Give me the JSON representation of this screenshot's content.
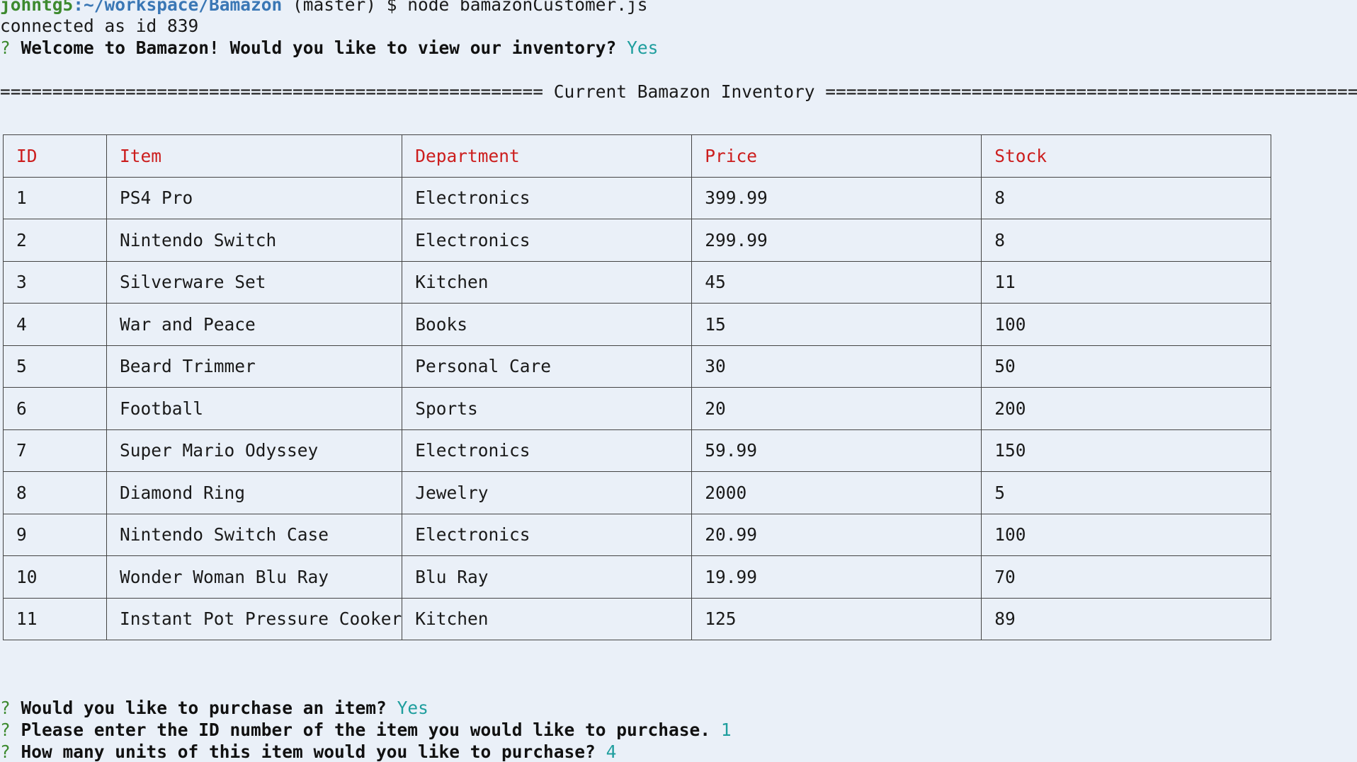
{
  "prompt_line": {
    "user": "johntg5",
    "path": ":~/workspace/Bamazon",
    "rest": " (master) $ node bamazonCustomer.js"
  },
  "connected": "connected as id 839",
  "q_marker": "?",
  "welcome": {
    "question": "Welcome to Bamazon! Would you like to view our inventory?",
    "answer": "Yes"
  },
  "banner": "==================================================== Current Bamazon Inventory ====================================================",
  "table": {
    "headers": [
      "ID",
      "Item",
      "Department",
      "Price",
      "Stock"
    ],
    "rows": [
      [
        "1",
        "PS4 Pro",
        "Electronics",
        "399.99",
        "8"
      ],
      [
        "2",
        "Nintendo Switch",
        "Electronics",
        "299.99",
        "8"
      ],
      [
        "3",
        "Silverware Set",
        "Kitchen",
        "45",
        "11"
      ],
      [
        "4",
        "War and Peace",
        "Books",
        "15",
        "100"
      ],
      [
        "5",
        "Beard Trimmer",
        "Personal Care",
        "30",
        "50"
      ],
      [
        "6",
        "Football",
        "Sports",
        "20",
        "200"
      ],
      [
        "7",
        "Super Mario Odyssey",
        "Electronics",
        "59.99",
        "150"
      ],
      [
        "8",
        "Diamond Ring",
        "Jewelry",
        "2000",
        "5"
      ],
      [
        "9",
        "Nintendo Switch Case",
        "Electronics",
        "20.99",
        "100"
      ],
      [
        "10",
        "Wonder Woman Blu Ray",
        "Blu Ray",
        "19.99",
        "70"
      ],
      [
        "11",
        "Instant Pot Pressure Cooker",
        "Kitchen",
        "125",
        "89"
      ]
    ]
  },
  "purchase": {
    "question": "Would you like to purchase an item?",
    "answer": "Yes"
  },
  "enter_id": {
    "question": "Please enter the ID number of the item you would like to purchase.",
    "answer": "1"
  },
  "units": {
    "question": "How many units of this item would you like to purchase?",
    "answer": "4"
  },
  "colors": {
    "background": "#eaf0f8",
    "header_text": "#cc1d1d",
    "answer_text": "#1f9e9e",
    "prompt_marker": "#3d8a2f",
    "path": "#3a77b5"
  }
}
